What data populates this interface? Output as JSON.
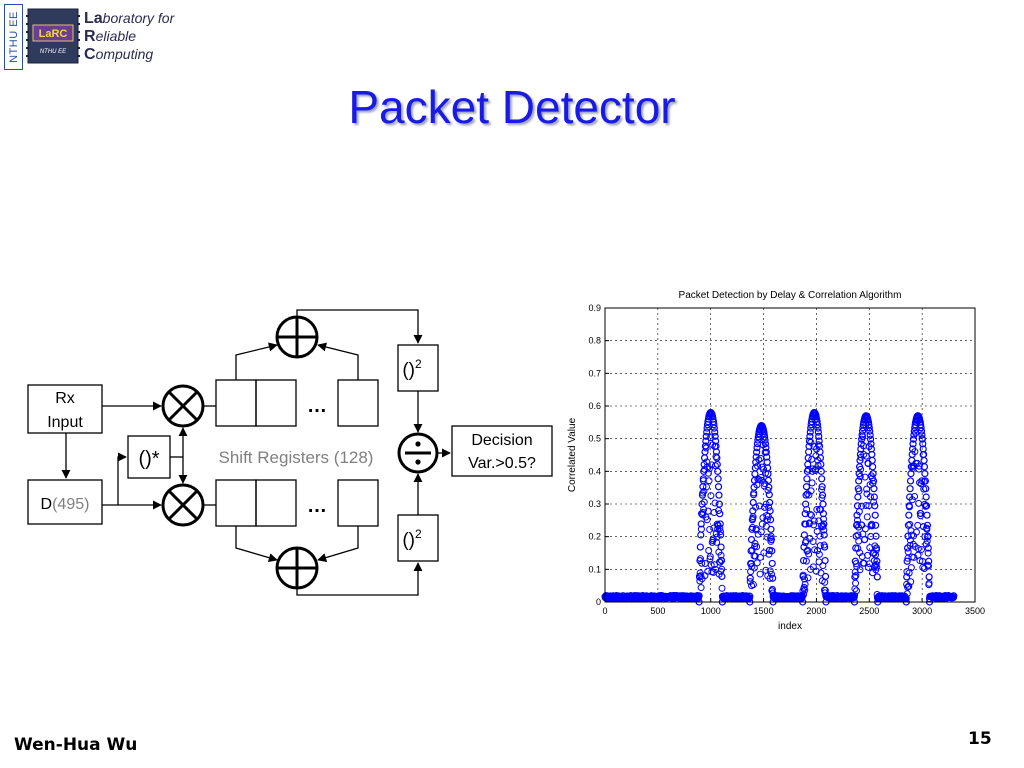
{
  "header": {
    "side_tag": "NTHU EE",
    "logo": {
      "badge": "LaRC",
      "badge_sub": "NTHU EE",
      "line1_bold": "La",
      "line1_rest": "boratory for",
      "line2_bold": "R",
      "line2_rest": "eliable",
      "line3_bold": "C",
      "line3_rest": "omputing"
    }
  },
  "title": "Packet Detector",
  "diagram": {
    "rx_input": [
      "Rx",
      "Input"
    ],
    "delay_prefix": "D",
    "delay_value": "(495)",
    "conjugate": "()*",
    "shift_registers": "Shift Registers (128)",
    "ellipsis_top": "…",
    "ellipsis_bottom": "…",
    "square_top": "()",
    "square_top_exp": "2",
    "square_bottom": "()",
    "square_bottom_exp": "2",
    "decision": [
      "Decision",
      "Var.>0.5?"
    ]
  },
  "chart_data": {
    "type": "scatter",
    "title": "Packet Detection by Delay & Correlation Algorithm",
    "xlabel": "index",
    "ylabel": "Correlated Value",
    "xlim": [
      0,
      3500
    ],
    "ylim": [
      0,
      0.9
    ],
    "xticks": [
      0,
      500,
      1000,
      1500,
      2000,
      2500,
      3000,
      3500
    ],
    "yticks": [
      0,
      0.1,
      0.2,
      0.3,
      0.4,
      0.5,
      0.6,
      0.7,
      0.8,
      0.9
    ],
    "xtick_labels": [
      "0",
      "500",
      "1000",
      "1500",
      "2000",
      "2500",
      "3000",
      "3500"
    ],
    "ytick_labels": [
      "0",
      "0.1",
      "0.2",
      "0.3",
      "0.4",
      "0.5",
      "0.6",
      "0.7",
      "0.8",
      "0.9"
    ],
    "grid": true,
    "marker": "circle",
    "color": "#0000ff",
    "peaks": [
      {
        "center": 1000,
        "peak": 0.58
      },
      {
        "center": 1480,
        "peak": 0.54
      },
      {
        "center": 1980,
        "peak": 0.58
      },
      {
        "center": 2470,
        "peak": 0.57
      },
      {
        "center": 2960,
        "peak": 0.57
      }
    ],
    "baseline": 0.01,
    "data_end": 3300
  },
  "footer": {
    "author": "Wen-Hua Wu",
    "page_number": "15"
  },
  "colors": {
    "title": "#1a1ae6",
    "accent": "#2a4fa0",
    "plot_marker": "#0000ff",
    "label_gray": "#808080"
  }
}
